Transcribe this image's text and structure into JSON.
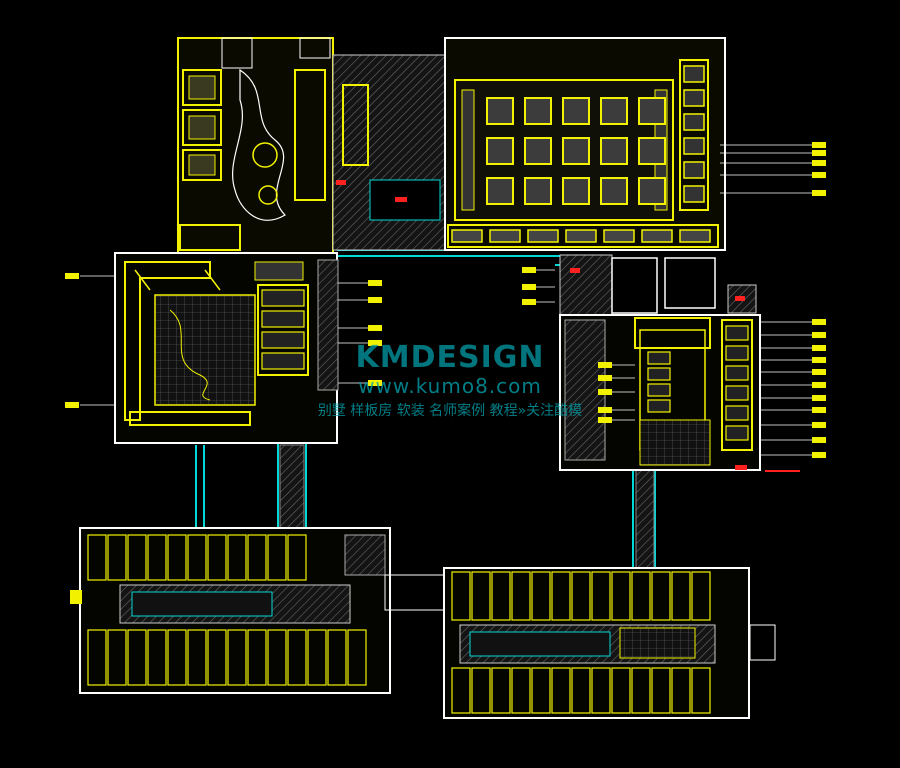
{
  "watermark": {
    "title": "KMDESIGN",
    "url": "www.kumo8.com",
    "tagline": "别墅 样板房 软装 名师案例 教程»关注酷模"
  },
  "colors": {
    "background": "#000000",
    "primary_line": "#f2f200",
    "secondary_line": "#ffffff",
    "corridor_line": "#00d8d8",
    "hatch": "#5a5a5a",
    "marker": "#ff2020"
  }
}
